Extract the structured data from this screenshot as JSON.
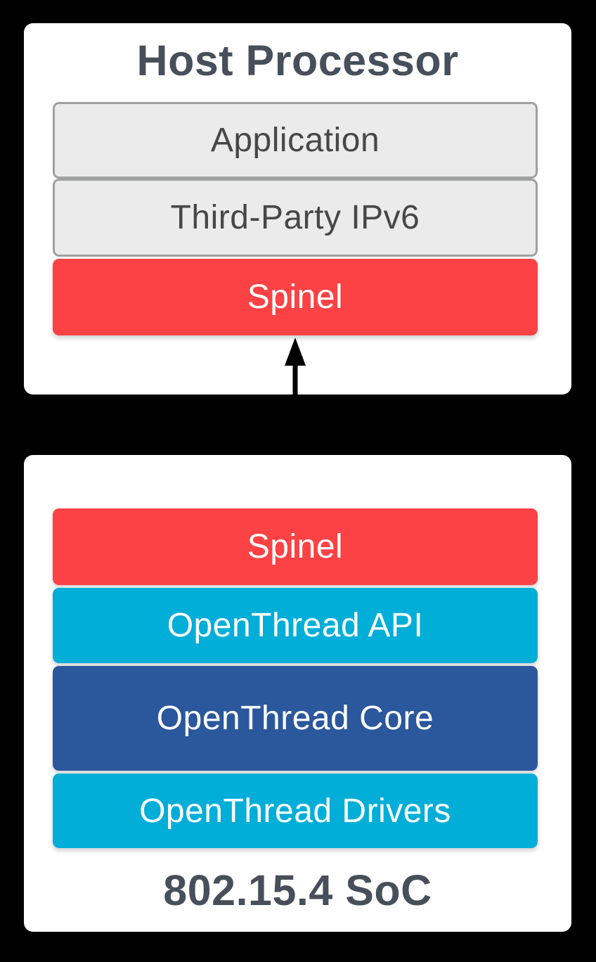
{
  "host_card": {
    "title": "Host Processor",
    "layers": [
      {
        "label": "Application",
        "type": "gray"
      },
      {
        "label": "Third-Party IPv6",
        "type": "gray"
      },
      {
        "label": "Spinel",
        "type": "red"
      }
    ]
  },
  "soc_card": {
    "title": "802.15.4 SoC",
    "layers": [
      {
        "label": "Spinel",
        "type": "red"
      },
      {
        "label": "OpenThread API",
        "type": "cyan"
      },
      {
        "label": "OpenThread Core",
        "type": "blue"
      },
      {
        "label": "OpenThread Drivers",
        "type": "cyan"
      }
    ]
  },
  "icons": {
    "connector": "double-headed-vertical-arrow"
  },
  "colors": {
    "background": "#000000",
    "card": "#ffffff",
    "red": "#fc4244",
    "cyan": "#00aed8",
    "dark_blue": "#2b579c",
    "gray_fill": "#ebebeb",
    "gray_border": "#9fa0a0",
    "gray_text": "#474747",
    "title_text": "#47505a",
    "white_text": "#ffffff",
    "arrow": "#000000"
  }
}
